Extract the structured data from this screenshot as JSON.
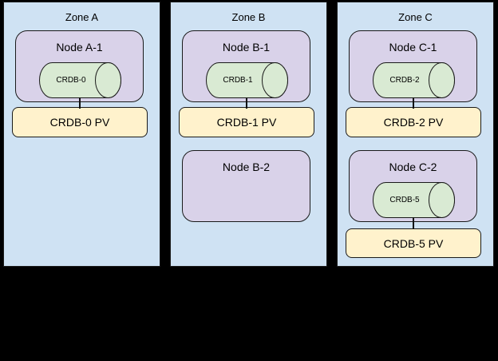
{
  "colors": {
    "background": "#000000",
    "zone_fill": "#cfe2f3",
    "node_fill": "#d9d2e9",
    "cylinder_fill": "#d9ead3",
    "pv_fill": "#fff2cc",
    "border": "#1a1a1a"
  },
  "zones": [
    {
      "label": "Zone A",
      "nodes": [
        {
          "label": "Node A-1",
          "pod": "CRDB-0",
          "pv": "CRDB-0 PV"
        }
      ]
    },
    {
      "label": "Zone B",
      "nodes": [
        {
          "label": "Node B-1",
          "pod": "CRDB-1",
          "pv": "CRDB-1 PV"
        },
        {
          "label": "Node B-2"
        }
      ]
    },
    {
      "label": "Zone C",
      "nodes": [
        {
          "label": "Node C-1",
          "pod": "CRDB-2",
          "pv": "CRDB-2 PV"
        },
        {
          "label": "Node C-2",
          "pod": "CRDB-5",
          "pv": "CRDB-5 PV"
        }
      ]
    }
  ]
}
